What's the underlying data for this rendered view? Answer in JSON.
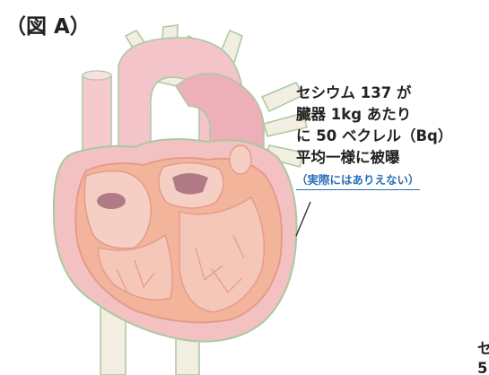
{
  "figure": {
    "label": "（図 A）"
  },
  "callout": {
    "lines": [
      "セシウム 137 が",
      "臓器 1kg あたり",
      "に 50 ベクレル（Bq）",
      "平均一様に被曝"
    ],
    "note": "（実際にはありえない）"
  },
  "corner": {
    "lines": [
      "セ",
      "5"
    ]
  },
  "colors": {
    "heart_fill": "#f7d2d2",
    "heart_wall": "#eea7a5",
    "vessel_fill": "#f9dfe4",
    "vessel_outline": "#a8c9a0",
    "inner_chamber": "#f0b7a2",
    "callout_note": "#2a6fb8"
  }
}
